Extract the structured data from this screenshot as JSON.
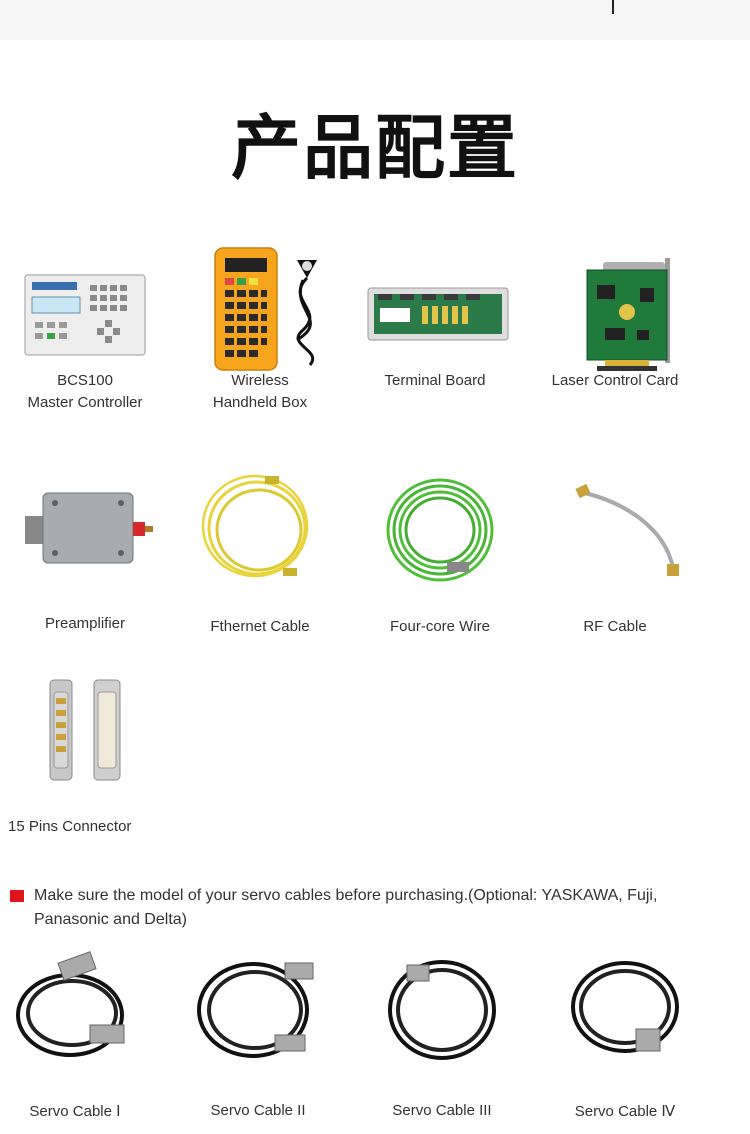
{
  "title": "产品配置",
  "products": [
    {
      "name": "BCS100",
      "name2": "Master Controller",
      "icon": "controller-icon"
    },
    {
      "name": "Wireless",
      "name2": "Handheld Box",
      "icon": "handheld-box-icon"
    },
    {
      "name": "Terminal Board",
      "name2": "",
      "icon": "terminal-board-icon"
    },
    {
      "name": "Laser Control Card",
      "name2": "",
      "icon": "control-card-icon"
    },
    {
      "name": "Preamplifier",
      "name2": "",
      "icon": "preamplifier-icon"
    },
    {
      "name": "Fthernet Cable",
      "name2": "",
      "icon": "ethernet-cable-icon"
    },
    {
      "name": "Four-core Wire",
      "name2": "",
      "icon": "four-core-wire-icon"
    },
    {
      "name": "RF Cable",
      "name2": "",
      "icon": "rf-cable-icon"
    },
    {
      "name": "15 Pins Connector",
      "name2": "",
      "icon": "connector-icon"
    }
  ],
  "notice": "Make sure the model of your servo cables before purchasing.(Optional: YASKAWA, Fuji, Panasonic and Delta)",
  "servo_cables": [
    {
      "name": "Servo Cable Ⅰ"
    },
    {
      "name": "Servo Cable II"
    },
    {
      "name": "Servo Cable III"
    },
    {
      "name": "Servo Cable Ⅳ"
    }
  ],
  "colors": {
    "accent": "#e0141c",
    "yellow_cable": "#e8d43a",
    "green_cable": "#4fbf3a",
    "pcb_green": "#1f7a3c"
  }
}
